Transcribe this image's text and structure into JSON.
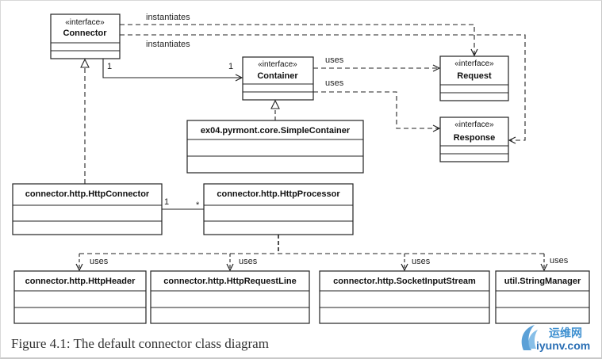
{
  "stereotype": "«interface»",
  "classes": {
    "connector": "Connector",
    "container": "Container",
    "request": "Request",
    "response": "Response",
    "simple_container": "ex04.pyrmont.core.SimpleContainer",
    "http_connector": "connector.http.HttpConnector",
    "http_processor": "connector.http.HttpProcessor",
    "http_header": "connector.http.HttpHeader",
    "http_request_line": "connector.http.HttpRequestLine",
    "socket_input_stream": "connector.http.SocketInputStream",
    "string_manager": "util.StringManager"
  },
  "edge_labels": {
    "instantiates": "instantiates",
    "uses": "uses",
    "one": "1",
    "many": "*"
  },
  "caption": "Figure 4.1: The default connector class diagram",
  "watermark": {
    "cn": "运维网",
    "en": "iyunv.com"
  }
}
